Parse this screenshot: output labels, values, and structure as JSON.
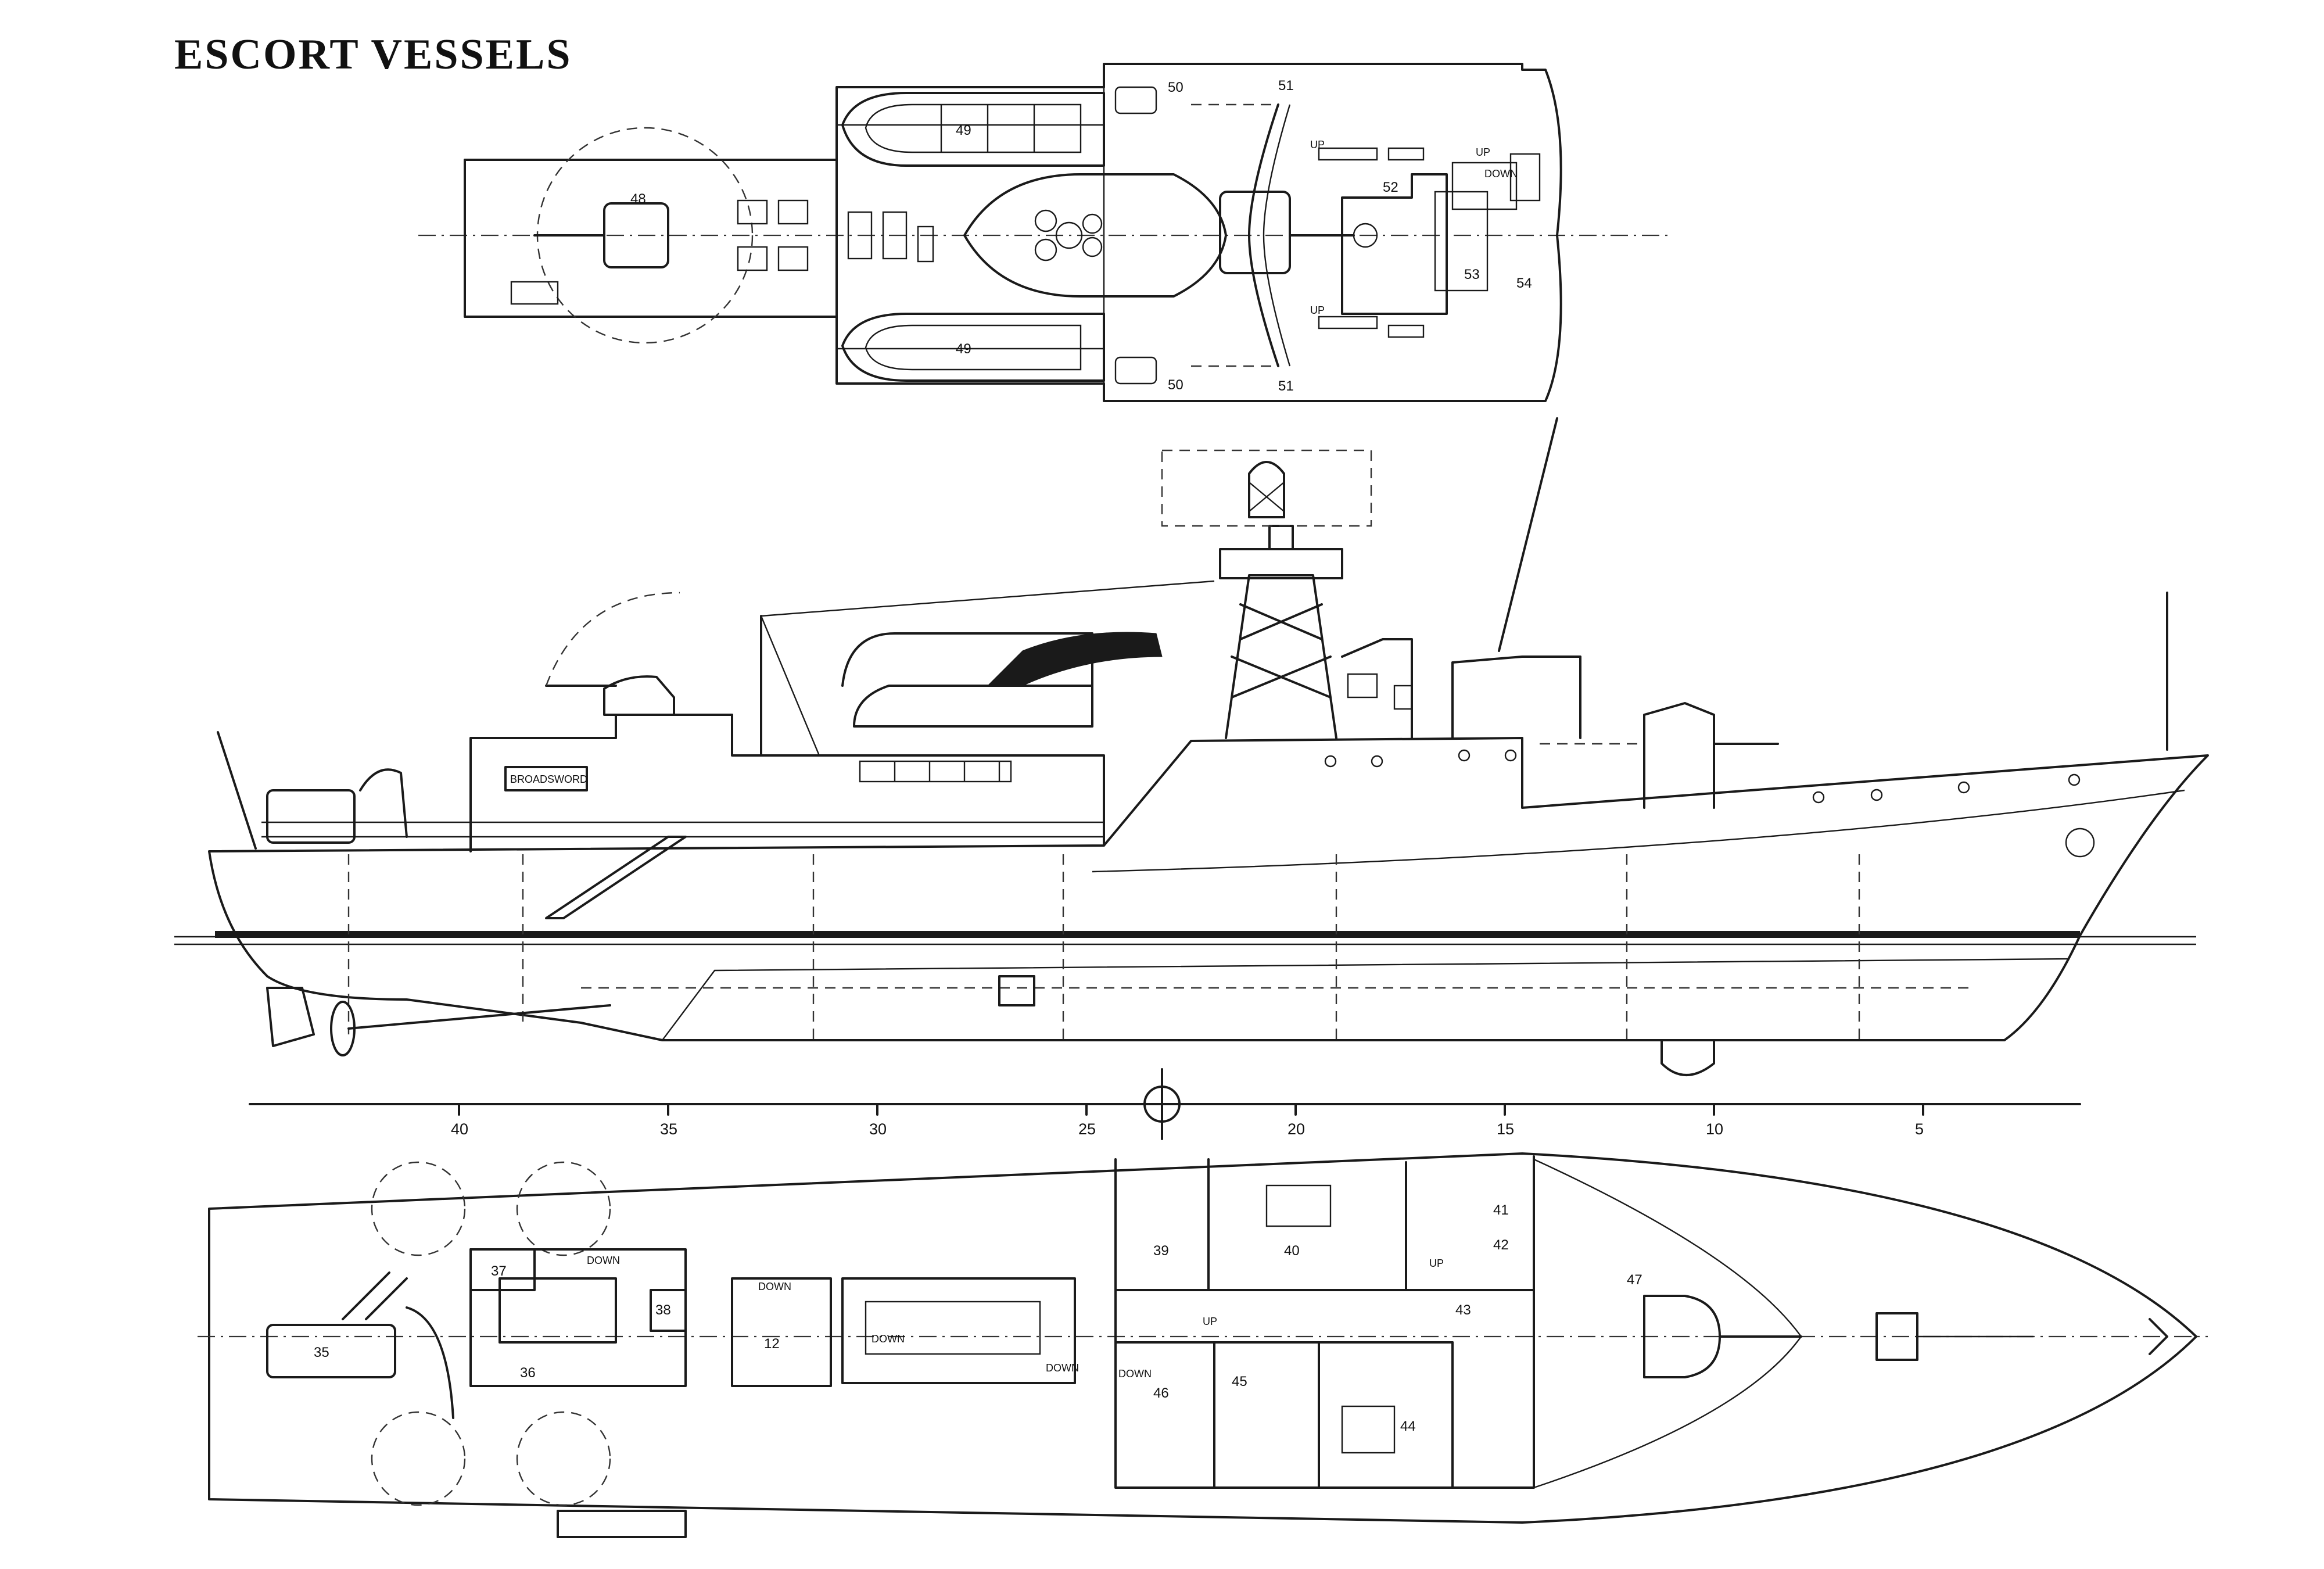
{
  "heading": "ESCORT VESSELS",
  "top_plan": {
    "labels": [
      {
        "key": "l48",
        "text": "48"
      },
      {
        "key": "l49a",
        "text": "49"
      },
      {
        "key": "l49b",
        "text": "49"
      },
      {
        "key": "l50a",
        "text": "50"
      },
      {
        "key": "l50b",
        "text": "50"
      },
      {
        "key": "l51a",
        "text": "51"
      },
      {
        "key": "l51b",
        "text": "51"
      },
      {
        "key": "l52",
        "text": "52"
      },
      {
        "key": "l53",
        "text": "53"
      },
      {
        "key": "l54",
        "text": "54"
      },
      {
        "key": "up1",
        "text": "UP"
      },
      {
        "key": "up2",
        "text": "UP"
      },
      {
        "key": "up3",
        "text": "UP"
      },
      {
        "key": "down1",
        "text": "DOWN"
      }
    ]
  },
  "profile": {
    "nameplate": "BROADSWORD"
  },
  "scale": {
    "ticks": [
      "40",
      "35",
      "30",
      "25",
      "20",
      "15",
      "10",
      "5"
    ]
  },
  "deck_plan": {
    "labels": [
      {
        "key": "d35",
        "text": "35"
      },
      {
        "key": "d36",
        "text": "36"
      },
      {
        "key": "d37",
        "text": "37"
      },
      {
        "key": "d38",
        "text": "38"
      },
      {
        "key": "d12",
        "text": "12"
      },
      {
        "key": "d39",
        "text": "39"
      },
      {
        "key": "d40",
        "text": "40"
      },
      {
        "key": "d41",
        "text": "41"
      },
      {
        "key": "d42",
        "text": "42"
      },
      {
        "key": "d43",
        "text": "43"
      },
      {
        "key": "d44",
        "text": "44"
      },
      {
        "key": "d45",
        "text": "45"
      },
      {
        "key": "d46",
        "text": "46"
      },
      {
        "key": "d47",
        "text": "47"
      },
      {
        "key": "dn1",
        "text": "DOWN"
      },
      {
        "key": "dn2",
        "text": "DOWN"
      },
      {
        "key": "dn3",
        "text": "DOWN"
      },
      {
        "key": "dn4",
        "text": "DOWN"
      },
      {
        "key": "dn5",
        "text": "DOWN"
      },
      {
        "key": "dup1",
        "text": "UP"
      },
      {
        "key": "dup2",
        "text": "UP"
      }
    ]
  }
}
